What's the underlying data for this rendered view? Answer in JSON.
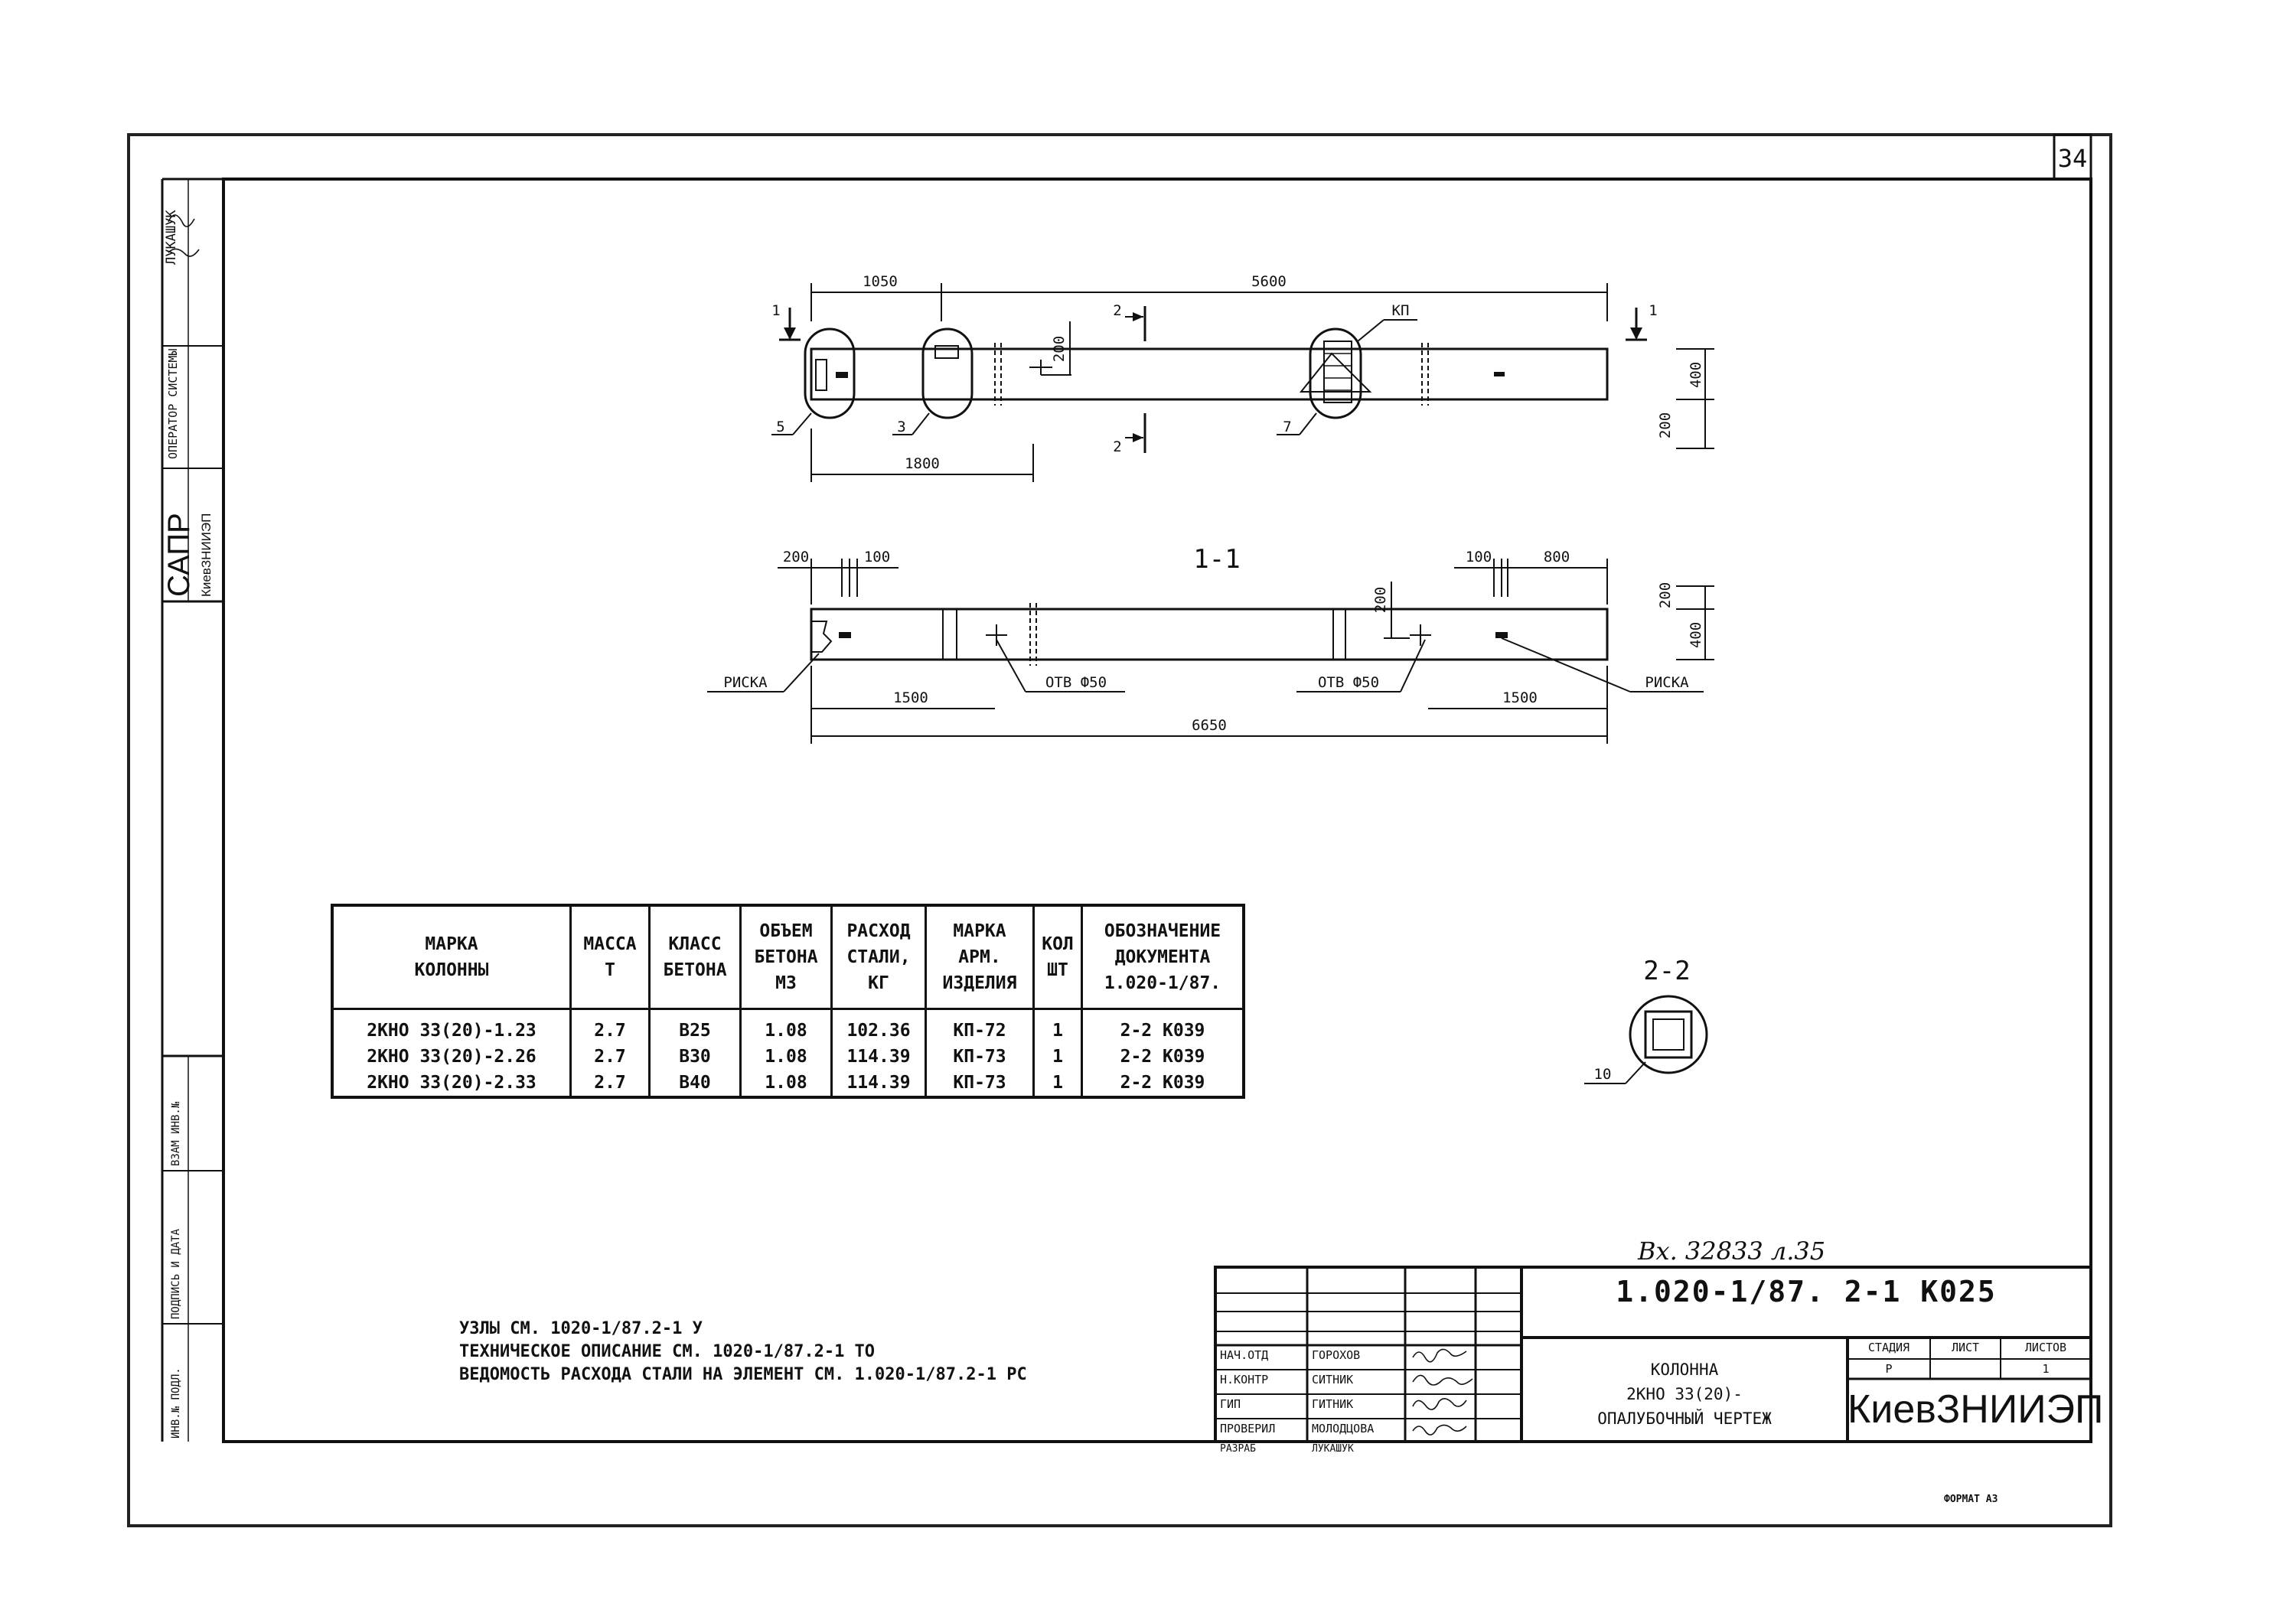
{
  "sheet": {
    "page_number": "34",
    "format_label": "ФОРМАТ А3",
    "handwritten_ref": "Вх. 32833 л.35"
  },
  "left_stamp": {
    "person": "ЛУКАШУК",
    "operator_label": "ОПЕРАТОР СИСТЕМЫ",
    "system_name": "САПР",
    "institute_small": "КиевЗНИИЭП",
    "field_vzam": "ВЗАМ ИНВ.№",
    "field_podpis": "ПОДПИСЬ И ДАТА",
    "field_inv": "ИНВ.№ ПОДЛ."
  },
  "plan_view": {
    "dim_1050": "1050",
    "dim_5600": "5600",
    "dim_1800": "1800",
    "dim_200_top": "200",
    "dim_200_side": "200",
    "dim_400": "400",
    "label_kp": "КП",
    "section_mark_1_left": "1",
    "section_mark_1_right": "1",
    "section_mark_2_top": "2",
    "section_mark_2_bottom": "2",
    "callout_5": "5",
    "callout_3": "3",
    "callout_7": "7"
  },
  "section_1_1": {
    "title": "1-1",
    "dim_200_left": "200",
    "dim_100_left": "100",
    "dim_100_right": "100",
    "dim_800": "800",
    "dim_200_vert": "200",
    "dim_200_side": "200",
    "dim_400": "400",
    "label_riska_left": "РИСКА",
    "label_riska_right": "РИСКА",
    "label_hole_left": "ОТВ Ф50",
    "label_hole_right": "ОТВ Ф50",
    "dim_1500_left": "1500",
    "dim_1500_right": "1500",
    "dim_6650": "6650"
  },
  "section_2_2": {
    "title": "2-2",
    "callout_10": "10"
  },
  "spec_table": {
    "headers": [
      "МАРКА\nКОЛОННЫ",
      "МАССА\nТ",
      "КЛАСС\nБЕТОНА",
      "ОБЪЕМ\nБЕТОНА\nМ3",
      "РАСХОД\nСТАЛИ,\nКГ",
      "МАРКА\nАРМ.\nИЗДЕЛИЯ",
      "КОЛ\nШТ",
      "ОБОЗНАЧЕНИЕ\nДОКУМЕНТА\n1.020-1/87."
    ],
    "rows": [
      [
        "2КНО 33(20)-1.23",
        "2.7",
        "В25",
        "1.08",
        "102.36",
        "КП-72",
        "1",
        "2-2 К039"
      ],
      [
        "2КНО 33(20)-2.26",
        "2.7",
        "В30",
        "1.08",
        "114.39",
        "КП-73",
        "1",
        "2-2 К039"
      ],
      [
        "2КНО 33(20)-2.33",
        "2.7",
        "В40",
        "1.08",
        "114.39",
        "КП-73",
        "1",
        "2-2 К039"
      ]
    ]
  },
  "notes": [
    "УЗЛЫ СМ. 1020-1/87.2-1 У",
    "ТЕХНИЧЕСКОЕ ОПИСАНИЕ СМ. 1020-1/87.2-1 ТО",
    "ВЕДОМОСТЬ РАСХОДА СТАЛИ НА ЭЛЕМЕНТ СМ. 1.020-1/87.2-1 РС"
  ],
  "title_block": {
    "doc_code": "1.020-1/87. 2-1 К025",
    "title_line1": "КОЛОННА",
    "title_line2": "2КНО 33(20)-",
    "title_line3": "ОПАЛУБОЧНЫЙ ЧЕРТЕЖ",
    "col_stage": "СТАДИЯ",
    "col_sheet": "ЛИСТ",
    "col_sheets": "ЛИСТОВ",
    "stage_value": "Р",
    "sheets_value": "1",
    "organization": "КиевЗНИИЭП",
    "signers": [
      {
        "role": "НАЧ.ОТД",
        "name": "ГОРОХОВ"
      },
      {
        "role": "Н.КОНТР",
        "name": "СИТНИК"
      },
      {
        "role": "ГИП",
        "name": "ГИТНИК"
      },
      {
        "role": "ПРОВЕРИЛ",
        "name": "МОЛОДЦОВА"
      },
      {
        "role": "РАЗРАБ",
        "name": "ЛУКАШУК"
      }
    ]
  }
}
